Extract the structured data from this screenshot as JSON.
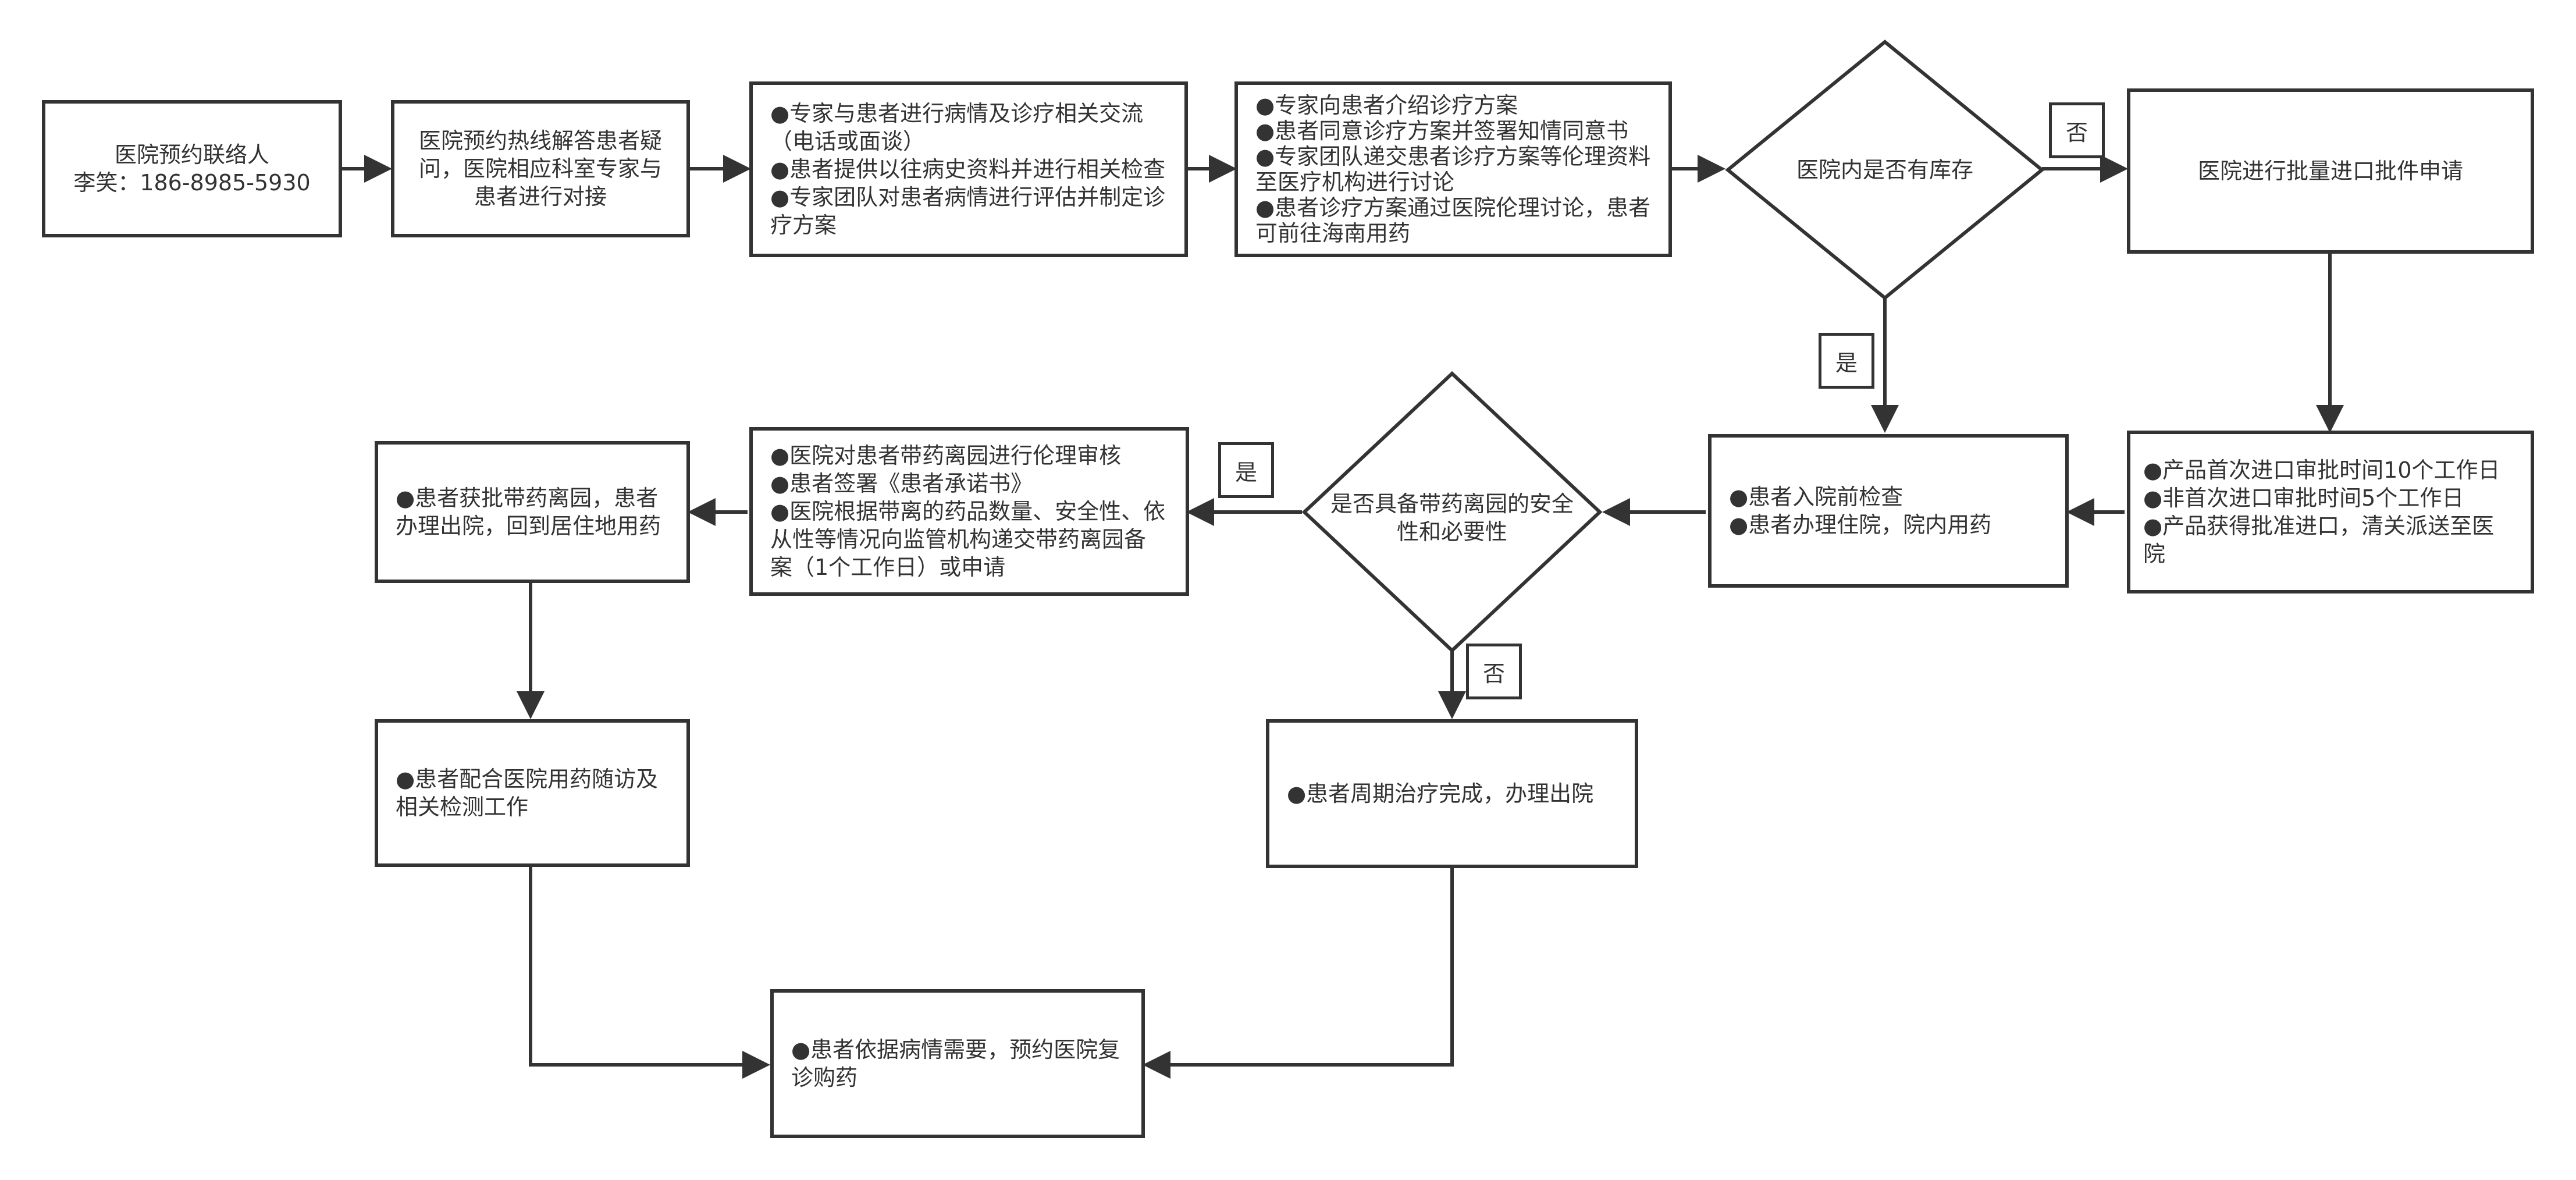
{
  "nodes": {
    "contact": {
      "lines": [
        "医院预约联络人",
        "李笑：186-8985-5930"
      ]
    },
    "hotline": {
      "lines": [
        "医院预约热线解答患者疑",
        "问，医院相应科室专家与",
        "患者进行对接"
      ]
    },
    "consult": {
      "lines": [
        "●专家与患者进行病情及诊疗相关交流",
        "（电话或面谈）",
        "●患者提供以往病史资料并进行相关检查",
        "●专家团队对患者病情进行评估并制定诊",
        "疗方案"
      ]
    },
    "plan": {
      "lines": [
        "●专家向患者介绍诊疗方案",
        "●患者同意诊疗方案并签署知情同意书",
        "●专家团队递交患者诊疗方案等伦理资料",
        "至医疗机构进行讨论",
        "●患者诊疗方案通过医院伦理讨论，患者",
        "可前往海南用药"
      ]
    },
    "import_apply": {
      "lines": [
        "医院进行批量进口批件申请"
      ]
    },
    "approval": {
      "lines": [
        "●产品首次进口审批时间10个工作日",
        "●非首次进口审批时间5个工作日",
        "●产品获得批准进口，清关派送至医",
        "院"
      ]
    },
    "admission": {
      "lines": [
        "●患者入院前检查",
        "●患者办理住院，院内用药"
      ]
    },
    "ethics": {
      "lines": [
        "●医院对患者带药离园进行伦理审核",
        "●患者签署《患者承诺书》",
        "●医院根据带离的药品数量、安全性、依",
        "从性等情况向监管机构递交带药离园备",
        "案（1个工作日）或申请"
      ]
    },
    "discharge_with_drug": {
      "lines": [
        "●患者获批带药离园，患者",
        "办理出院，回到居住地用药"
      ]
    },
    "followup": {
      "lines": [
        "●患者配合医院用药随访及",
        "相关检测工作"
      ]
    },
    "discharge": {
      "lines": [
        "●患者周期治疗完成，办理出院"
      ]
    },
    "revisit": {
      "lines": [
        "●患者依据病情需要，预约医院复",
        "诊购药"
      ]
    }
  },
  "decisions": {
    "stock": {
      "lines": [
        "医院内是否有库存"
      ]
    },
    "safety": {
      "lines": [
        "是否具备带药离园的安全",
        "性和必要性"
      ]
    }
  },
  "tags": {
    "stock_no": "否",
    "stock_yes": "是",
    "safety_yes": "是",
    "safety_no": "否"
  }
}
